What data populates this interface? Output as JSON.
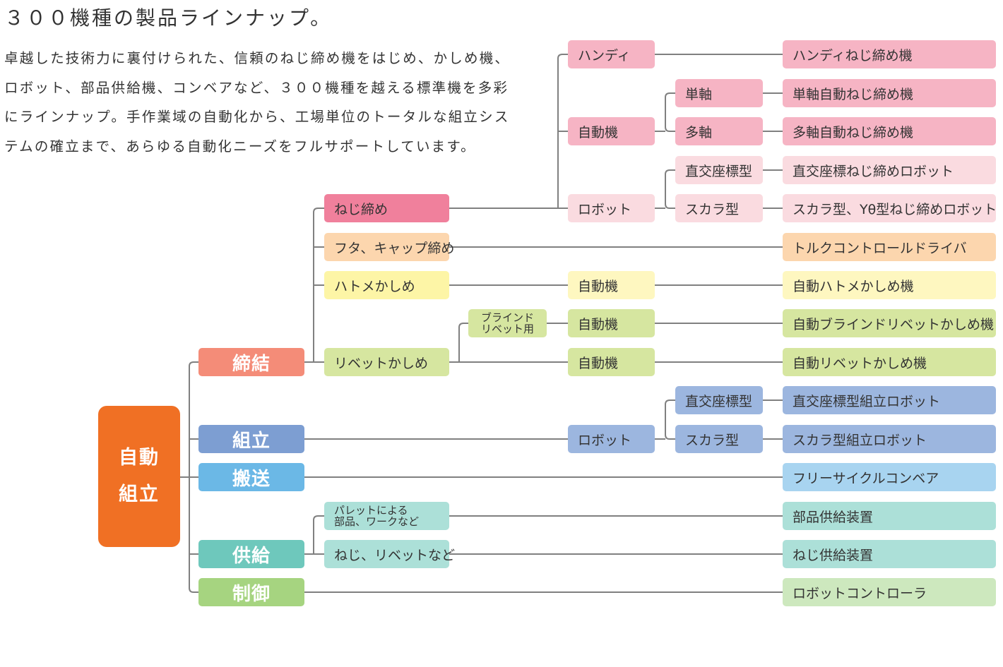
{
  "title": "３００機種の製品ラインナップ。",
  "description": [
    "卓越した技術力に裏付けられた、信頼のねじ締め機をはじめ、かしめ機、",
    "ロボット、部品供給機、コンベアなど、３００機種を越える標準機を多彩",
    "にラインナップ。手作業域の自動化から、工場単位のトータルな組立シス",
    "テムの確立まで、あらゆる自動化ニーズをフルサポートしています。"
  ],
  "root": [
    "自動",
    "組立"
  ],
  "major": {
    "fastening": "締結",
    "assembly": "組立",
    "transport": "搬送",
    "feeding": "供給",
    "control": "制御"
  },
  "level2": {
    "screw": "ねじ締め",
    "cap": "フタ、キャップ締め",
    "eyelet": "ハトメかしめ",
    "rivet": "リベットかしめ",
    "pallet": [
      "パレットによる",
      "部品、ワークなど"
    ],
    "screw_rivet": "ねじ、リベットなど"
  },
  "level3": {
    "handy": "ハンディ",
    "auto_screw": "自動機",
    "robot_screw": "ロボット",
    "auto_eyelet": "自動機",
    "blind": [
      "ブラインド",
      "リベット用"
    ],
    "auto_blind": "自動機",
    "auto_rivet": "自動機",
    "robot_assembly": "ロボット"
  },
  "level4": {
    "single": "単軸",
    "multi": "多軸",
    "cartesian_screw": "直交座標型",
    "scara_screw": "スカラ型",
    "cartesian_assembly": "直交座標型",
    "scara_assembly": "スカラ型"
  },
  "products": {
    "handy": "ハンディねじ締め機",
    "single": "単軸自動ねじ締め機",
    "multi": "多軸自動ねじ締め機",
    "cartesian_screw": "直交座標ねじ締めロボット",
    "scara_screw": "スカラ型、Yθ型ねじ締めロボット",
    "torque": "トルクコントロールドライバ",
    "eyelet": "自動ハトメかしめ機",
    "blind": "自動ブラインドリベットかしめ機",
    "rivet": "自動リベットかしめ機",
    "cartesian_assembly": "直交座標型組立ロボット",
    "scara_assembly": "スカラ型組立ロボット",
    "conveyor": "フリーサイクルコンベア",
    "parts_feeder": "部品供給装置",
    "screw_feeder": "ねじ供給装置",
    "controller": "ロボットコントローラ"
  },
  "colors": {
    "root": "#f07024",
    "fastening": "#f48c78",
    "assembly": "#7d9ed2",
    "transport": "#6bb8e6",
    "feeding": "#6ec8bc",
    "control": "#a6d480",
    "screw_dark": "#f0809c",
    "pink": "#f6b4c4",
    "light_pink": "#fadbe0",
    "peach": "#fcd6ae",
    "yellow": "#fdf5a6",
    "green_light": "#d6e6a0",
    "blue_light": "#9cb6df",
    "sky_light": "#a8d4f0",
    "teal_light": "#ace0d8",
    "pale_green": "#cde8be",
    "line": "#808080"
  }
}
